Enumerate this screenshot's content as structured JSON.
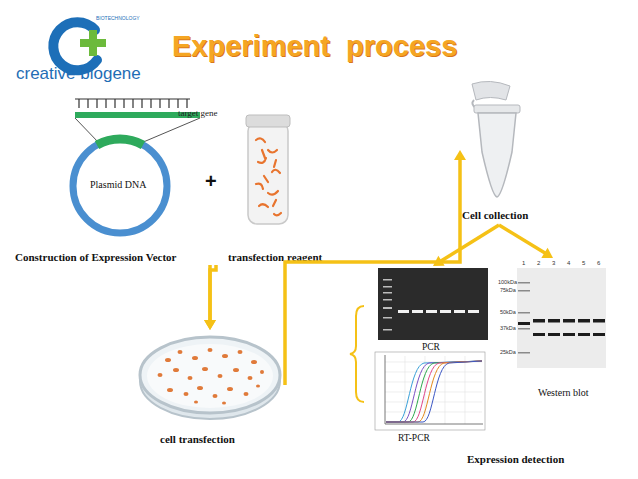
{
  "diagram": {
    "title": "Experiment  process",
    "nodes": [
      {
        "text": [
          "target gene",
          "Plasmid DNA",
          "Construction of Expression Vector"
        ]
      },
      {
        "text": [
          "transfection reagent"
        ]
      },
      {
        "text": [
          "cell transfection"
        ]
      },
      {
        "text": [
          "Cell collection"
        ]
      },
      {
        "text": [
          "PCR"
        ]
      },
      {
        "text": [
          "RT-PCR"
        ]
      },
      {
        "text": [
          "Western blot"
        ]
      }
    ],
    "edges": [
      {
        "from": 0,
        "to": 2,
        "arrow": "to"
      },
      {
        "from": 1,
        "to": 2,
        "arrow": "to"
      },
      {
        "from": 2,
        "to": 3,
        "arrow": "to"
      },
      {
        "from": 3,
        "to": 4,
        "arrow": "to"
      },
      {
        "from": 3,
        "to": 6,
        "arrow": "to"
      }
    ],
    "labels": [
      "BIOTECHNOLOGY",
      "creative biogene",
      "+",
      "Expression detection",
      "1",
      "2",
      "3",
      "4",
      "5",
      "6",
      "100kDa",
      "75kDa",
      "50kDa",
      "37kDa",
      "25kDa"
    ]
  }
}
